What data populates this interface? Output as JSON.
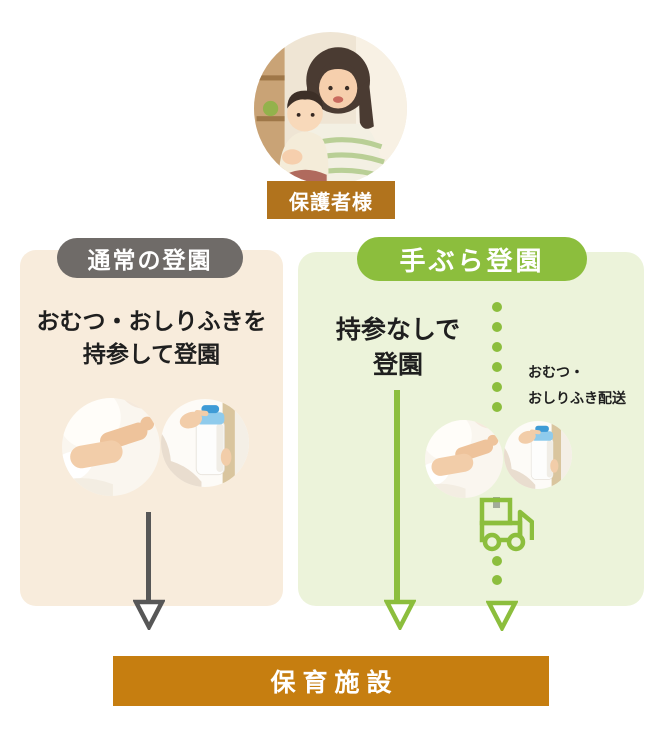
{
  "guardian": {
    "label": "保護者様",
    "photo": "mother-holding-baby-photo"
  },
  "flows": {
    "normal": {
      "title": "通常の登園",
      "description": [
        "おむつ・おしりふきを",
        "持参して登園"
      ],
      "photos": [
        "baby-diaper-photo",
        "wipes-container-photo"
      ],
      "colors": {
        "panel_bg": "#f8ecdc",
        "title_bg": "#6f6b68",
        "arrow": "#575757"
      }
    },
    "handsfree": {
      "title": "手ぶら登園",
      "description": [
        "持参なしで",
        "登園"
      ],
      "delivery_note": [
        "おむつ・",
        "おしりふき配送"
      ],
      "photos": [
        "baby-diaper-photo",
        "wipes-container-photo"
      ],
      "colors": {
        "panel_bg": "#ecf3da",
        "title_bg": "#8cbe3d",
        "arrow": "#8cbe3d",
        "dots": "#8cbe3d"
      }
    }
  },
  "destination": {
    "label": "保育施設",
    "bg": "#c67e10"
  },
  "icons": {
    "truck": "delivery-truck-icon",
    "arrowhead": "hollow-down-arrowhead",
    "dotted_line": "green-dotted-flow-line"
  },
  "colors": {
    "page_bg": "#ffffff",
    "accent_green": "#8cbe3d",
    "accent_brown": "#b1731d",
    "accent_orange": "#c67e10",
    "text": "#1f1f1f"
  }
}
